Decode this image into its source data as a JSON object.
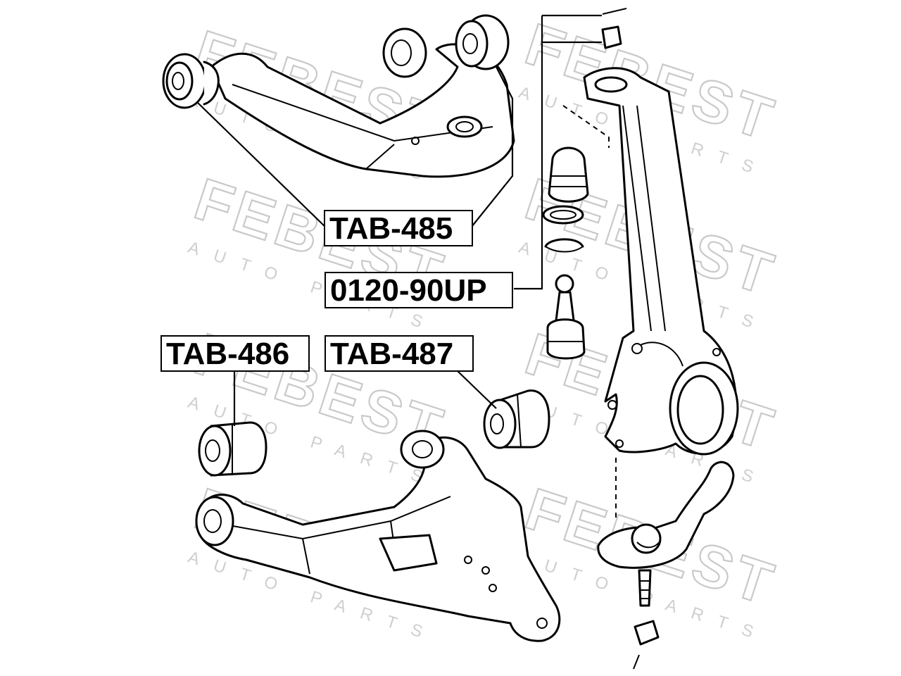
{
  "watermark": {
    "brand": "FEBEST",
    "subtitle": "AUTO PARTS"
  },
  "labels": {
    "upper_arm_bushing": "TAB-485",
    "ball_joint": "0120-90UP",
    "lower_arm_bushing_rear": "TAB-486",
    "lower_arm_bushing_front": "TAB-487"
  }
}
